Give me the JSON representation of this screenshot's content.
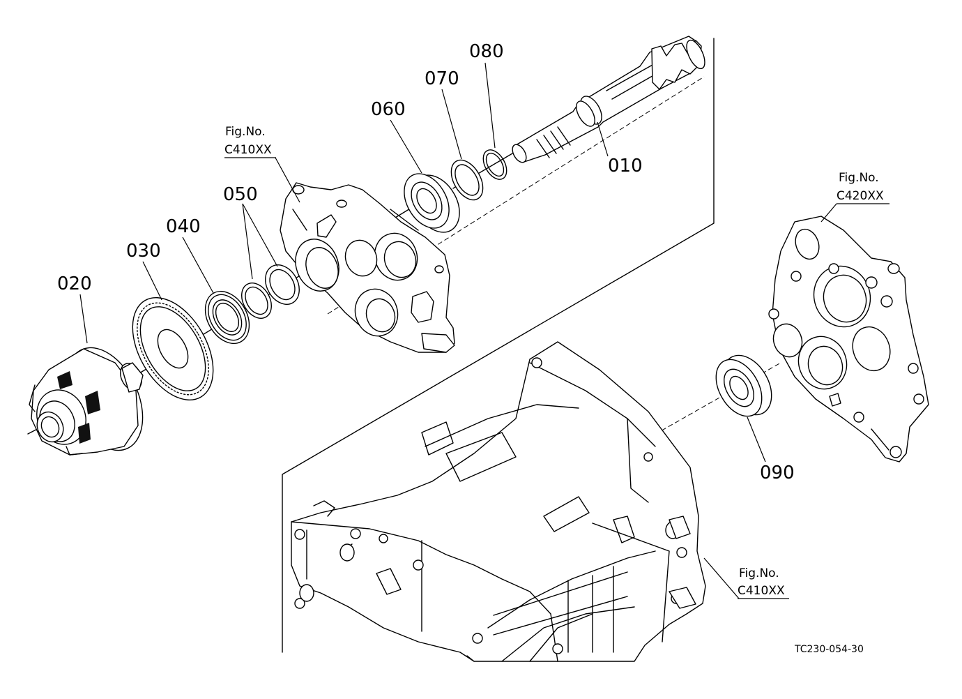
{
  "parts": [
    {
      "id": "p010",
      "label": "010"
    },
    {
      "id": "p020",
      "label": "020"
    },
    {
      "id": "p030",
      "label": "030"
    },
    {
      "id": "p040",
      "label": "040"
    },
    {
      "id": "p050",
      "label": "050"
    },
    {
      "id": "p060",
      "label": "060"
    },
    {
      "id": "p070",
      "label": "070"
    },
    {
      "id": "p080",
      "label": "080"
    },
    {
      "id": "p090",
      "label": "090"
    }
  ],
  "figure_refs": [
    {
      "title": "Fig.No.",
      "code": "C410XX"
    },
    {
      "title": "Fig.No.",
      "code": "C420XX"
    },
    {
      "title": "Fig.No.",
      "code": "C410XX"
    }
  ],
  "document_code": "TC230-054-30"
}
